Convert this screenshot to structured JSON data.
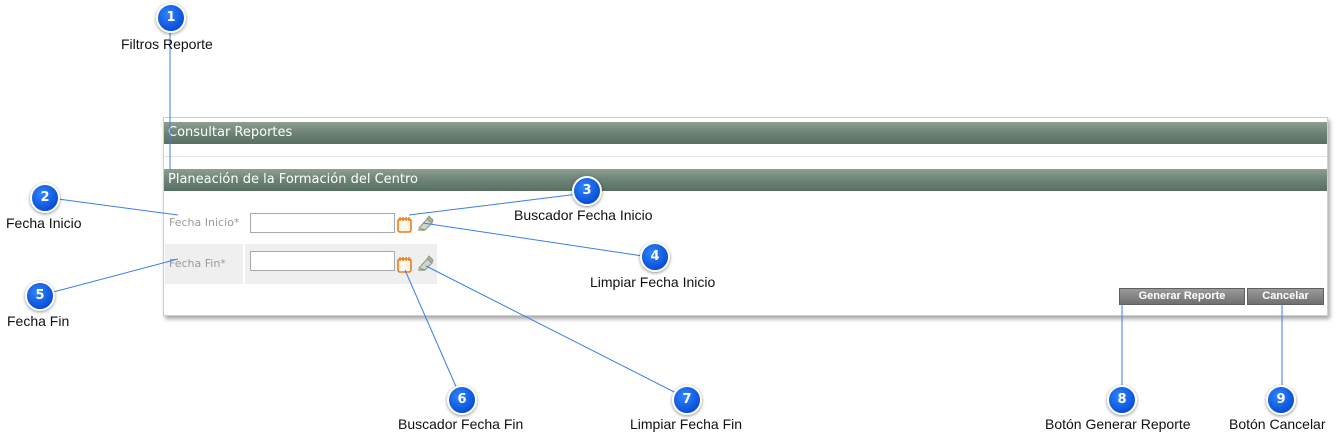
{
  "panel": {
    "title": "Consultar Reportes",
    "section_title": "Planeación de la Formación del Centro",
    "fields": {
      "start_label": "Fecha Inicio*",
      "start_value": "",
      "end_label": "Fecha Fin*",
      "end_value": ""
    },
    "buttons": {
      "generate": "Generar Reporte",
      "cancel": "Cancelar"
    }
  },
  "icons": {
    "calendar": "calendar-icon",
    "clear": "eraser-icon"
  },
  "colors": {
    "header_gradient_top": "#8d9f92",
    "header_gradient_bottom": "#587062",
    "callout_blue": "#0a50d6",
    "calendar_orange": "#f07c1a",
    "leader_line": "#3a7ee6"
  },
  "annotations": [
    {
      "number": "1",
      "text": "Filtros Reporte"
    },
    {
      "number": "2",
      "text": "Fecha Inicio"
    },
    {
      "number": "3",
      "text": "Buscador Fecha Inicio"
    },
    {
      "number": "4",
      "text": "Limpiar Fecha Inicio"
    },
    {
      "number": "5",
      "text": "Fecha Fin"
    },
    {
      "number": "6",
      "text": "Buscador Fecha Fin"
    },
    {
      "number": "7",
      "text": "Limpiar Fecha Fin"
    },
    {
      "number": "8",
      "text": "Botón Generar Reporte"
    },
    {
      "number": "9",
      "text": "Botón Cancelar"
    }
  ]
}
